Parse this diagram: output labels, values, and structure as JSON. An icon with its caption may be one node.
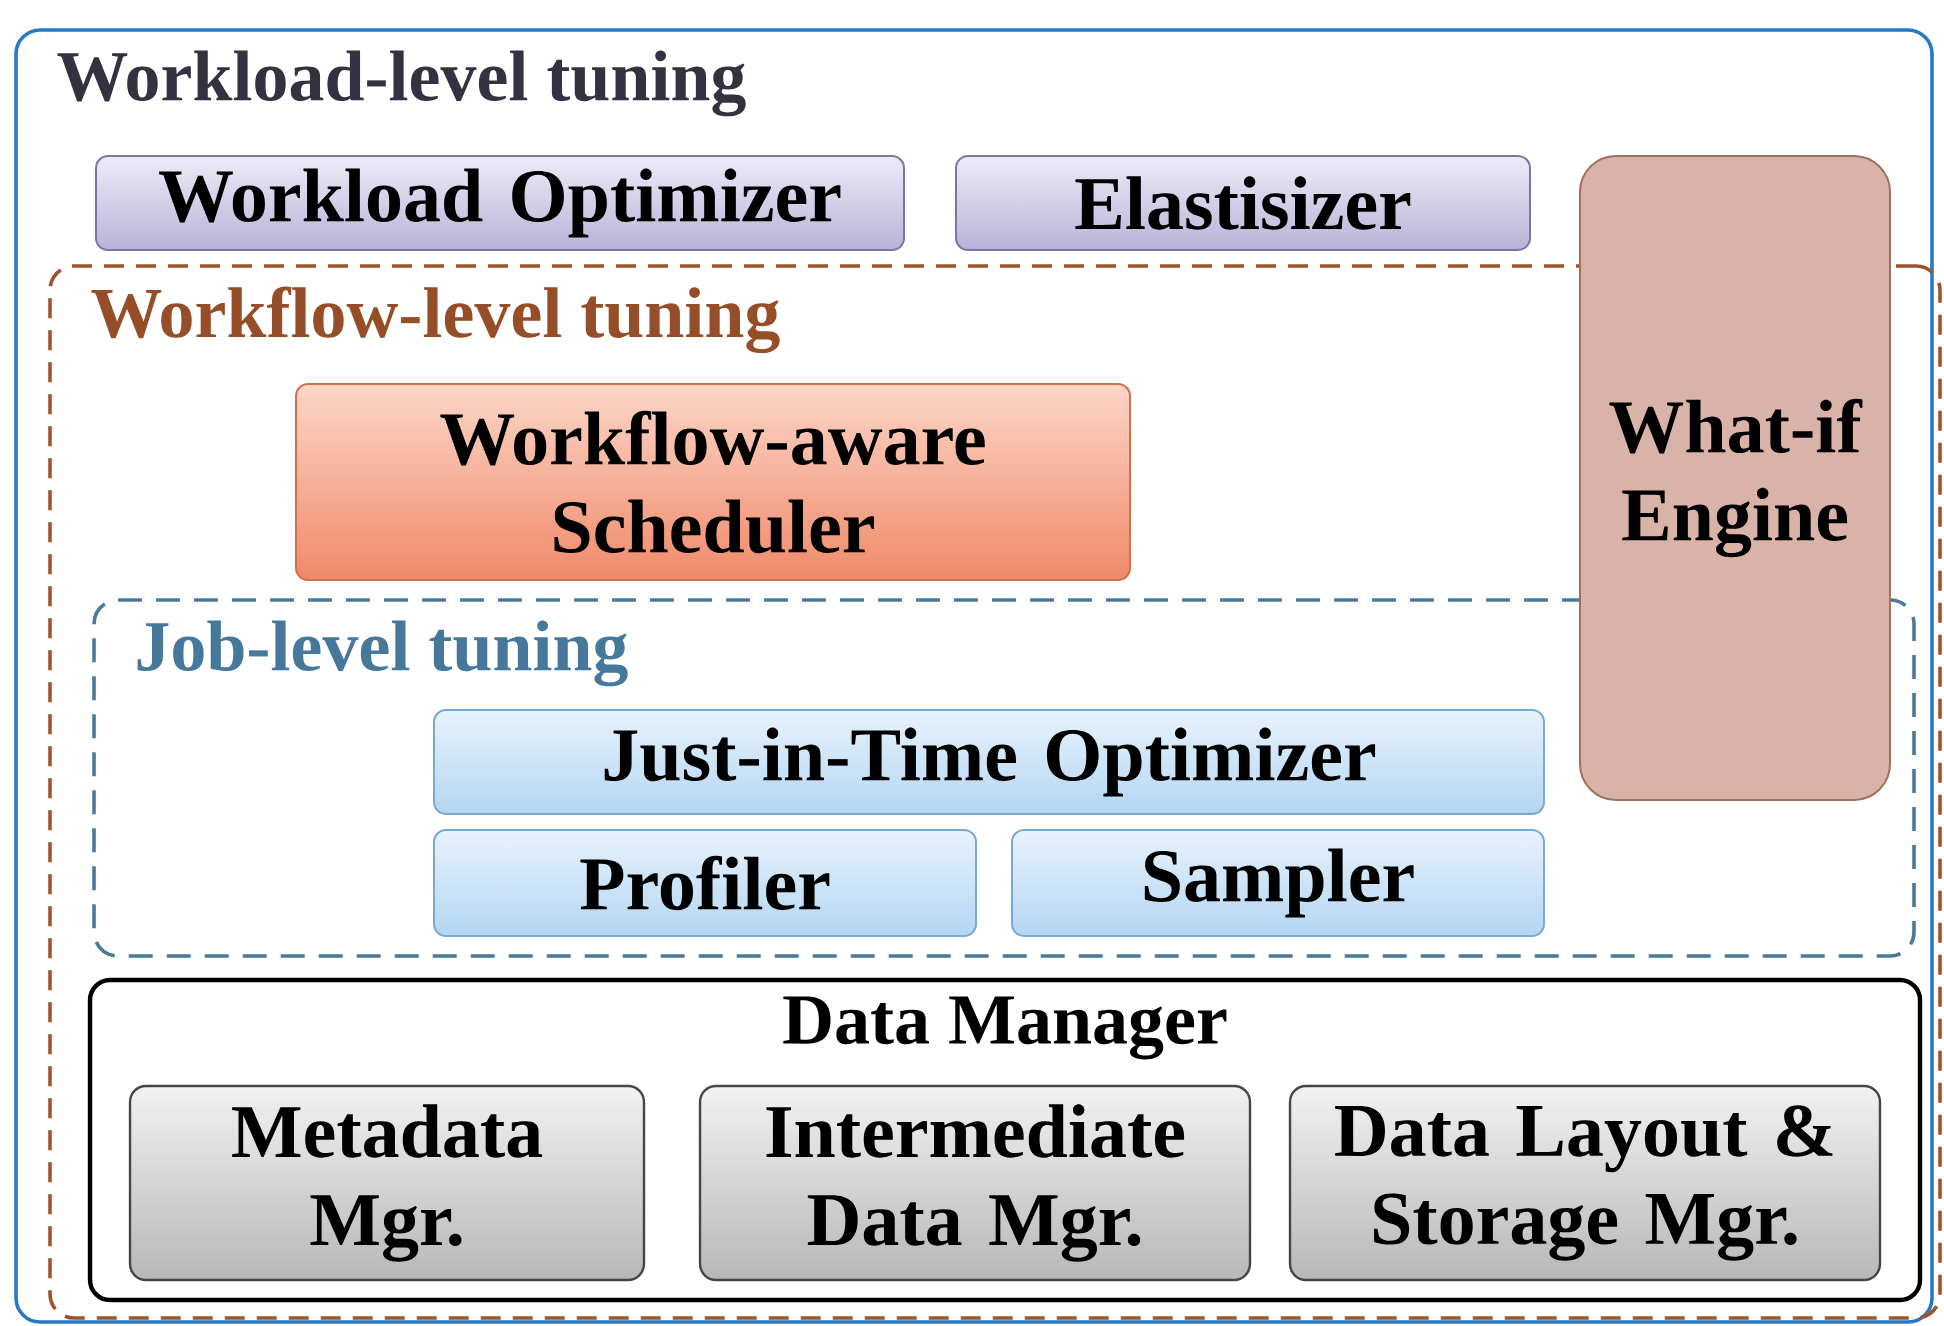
{
  "diagram": {
    "nodes": [
      {
        "text": [
          "Workload-level tuning"
        ]
      },
      {
        "text": [
          "Workload Optimizer"
        ],
        "in": 0
      },
      {
        "text": [
          "Elastisizer"
        ],
        "in": 0
      },
      {
        "text": [
          "What-if Engine"
        ],
        "in": 0
      },
      {
        "text": [
          "Workflow-level tuning"
        ],
        "in": 0
      },
      {
        "text": [
          "Workflow-aware Scheduler"
        ],
        "in": 4
      },
      {
        "text": [
          "Job-level tuning"
        ],
        "in": 4
      },
      {
        "text": [
          "Just-in-Time Optimizer"
        ],
        "in": 6
      },
      {
        "text": [
          "Profiler"
        ],
        "in": 6
      },
      {
        "text": [
          "Sampler"
        ],
        "in": 6
      },
      {
        "text": [
          "Data Manager"
        ],
        "in": 4
      },
      {
        "text": [
          "Metadata Mgr."
        ],
        "in": 10
      },
      {
        "text": [
          "Intermediate Data Mgr."
        ],
        "in": 10
      },
      {
        "text": [
          "Data Layout & Storage Mgr."
        ],
        "in": 10
      }
    ]
  }
}
